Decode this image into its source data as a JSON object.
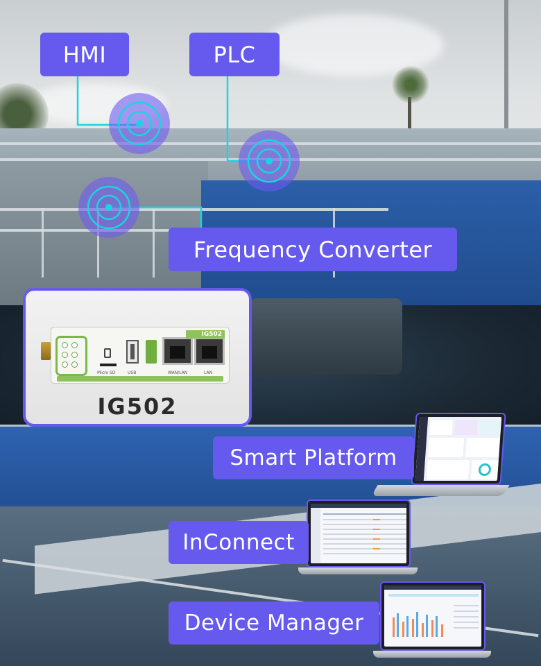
{
  "labels": {
    "hmi": "HMI",
    "plc": "PLC",
    "frequency_converter": "Frequency Converter",
    "smart_platform": "Smart Platform",
    "inconnect": "InConnect",
    "device_manager": "Device Manager"
  },
  "device": {
    "name": "IG502",
    "model_strip": "IG502",
    "port_labels": {
      "micro_sd": "Micro SD",
      "usb": "USB",
      "wan_lan": "WAN/LAN",
      "lan": "LAN"
    }
  },
  "colors": {
    "label_background": "#6559ee",
    "label_text": "#ffffff",
    "connection_line": "#18d6e0",
    "node": "#6e5af0",
    "device_accent": "#8fc25c"
  },
  "icons": {
    "nodes": [
      "signal-node-icon",
      "signal-node-icon",
      "signal-node-icon"
    ],
    "laptops": [
      "laptop-icon",
      "laptop-icon",
      "laptop-icon"
    ]
  }
}
